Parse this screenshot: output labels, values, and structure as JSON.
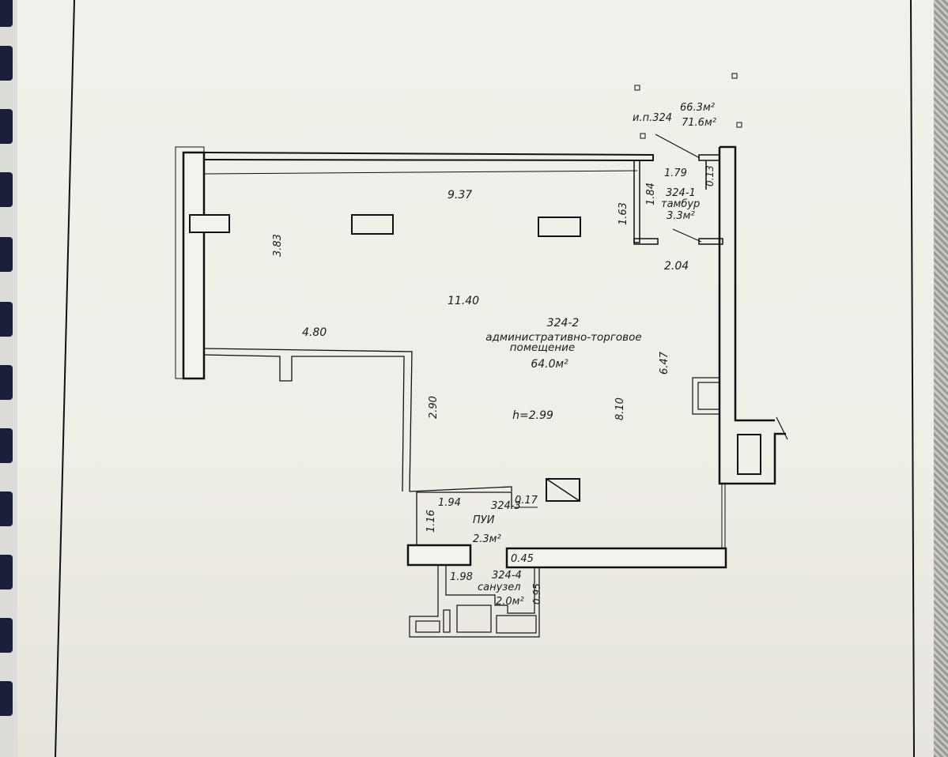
{
  "document": {
    "type": "floor-plan",
    "colors": {
      "paper": "#f1f0ea",
      "ink": "#1a1a1a",
      "binder_ring": "#1b1f3a"
    }
  },
  "header": {
    "inventory_number": "и.п.324",
    "area_total_1": "66.3м²",
    "area_total_2": "71.6м²"
  },
  "rooms": [
    {
      "id": "324-1",
      "name": "тамбур",
      "area": "3.3м²"
    },
    {
      "id": "324-2",
      "name_line1": "административно-торговое",
      "name_line2": "помещение",
      "area": "64.0м²",
      "height": "h=2.99"
    },
    {
      "id": "324-3",
      "name": "ПУИ",
      "area": "2.3м²"
    },
    {
      "id": "324-4",
      "name": "санузел",
      "area": "2.0м²"
    }
  ],
  "dimensions": {
    "top_width": "9.37",
    "left_height": "3.83",
    "mid_width": "11.40",
    "left_notch_width": "4.80",
    "lower_left_height": "2.90",
    "right_height": "6.47",
    "inner_height": "8.10",
    "vestibule_width": "1.79",
    "vestibule_height_inner": "1.84",
    "vestibule_height_outer": "1.63",
    "vestibule_wall": "0.13",
    "vestibule_bottom": "2.04",
    "pui_width": "1.94",
    "pui_height": "1.16",
    "pui_offset": "0.17",
    "wc_width": "1.98",
    "wc_height": "0.95",
    "wall_thickness": "0.45"
  }
}
